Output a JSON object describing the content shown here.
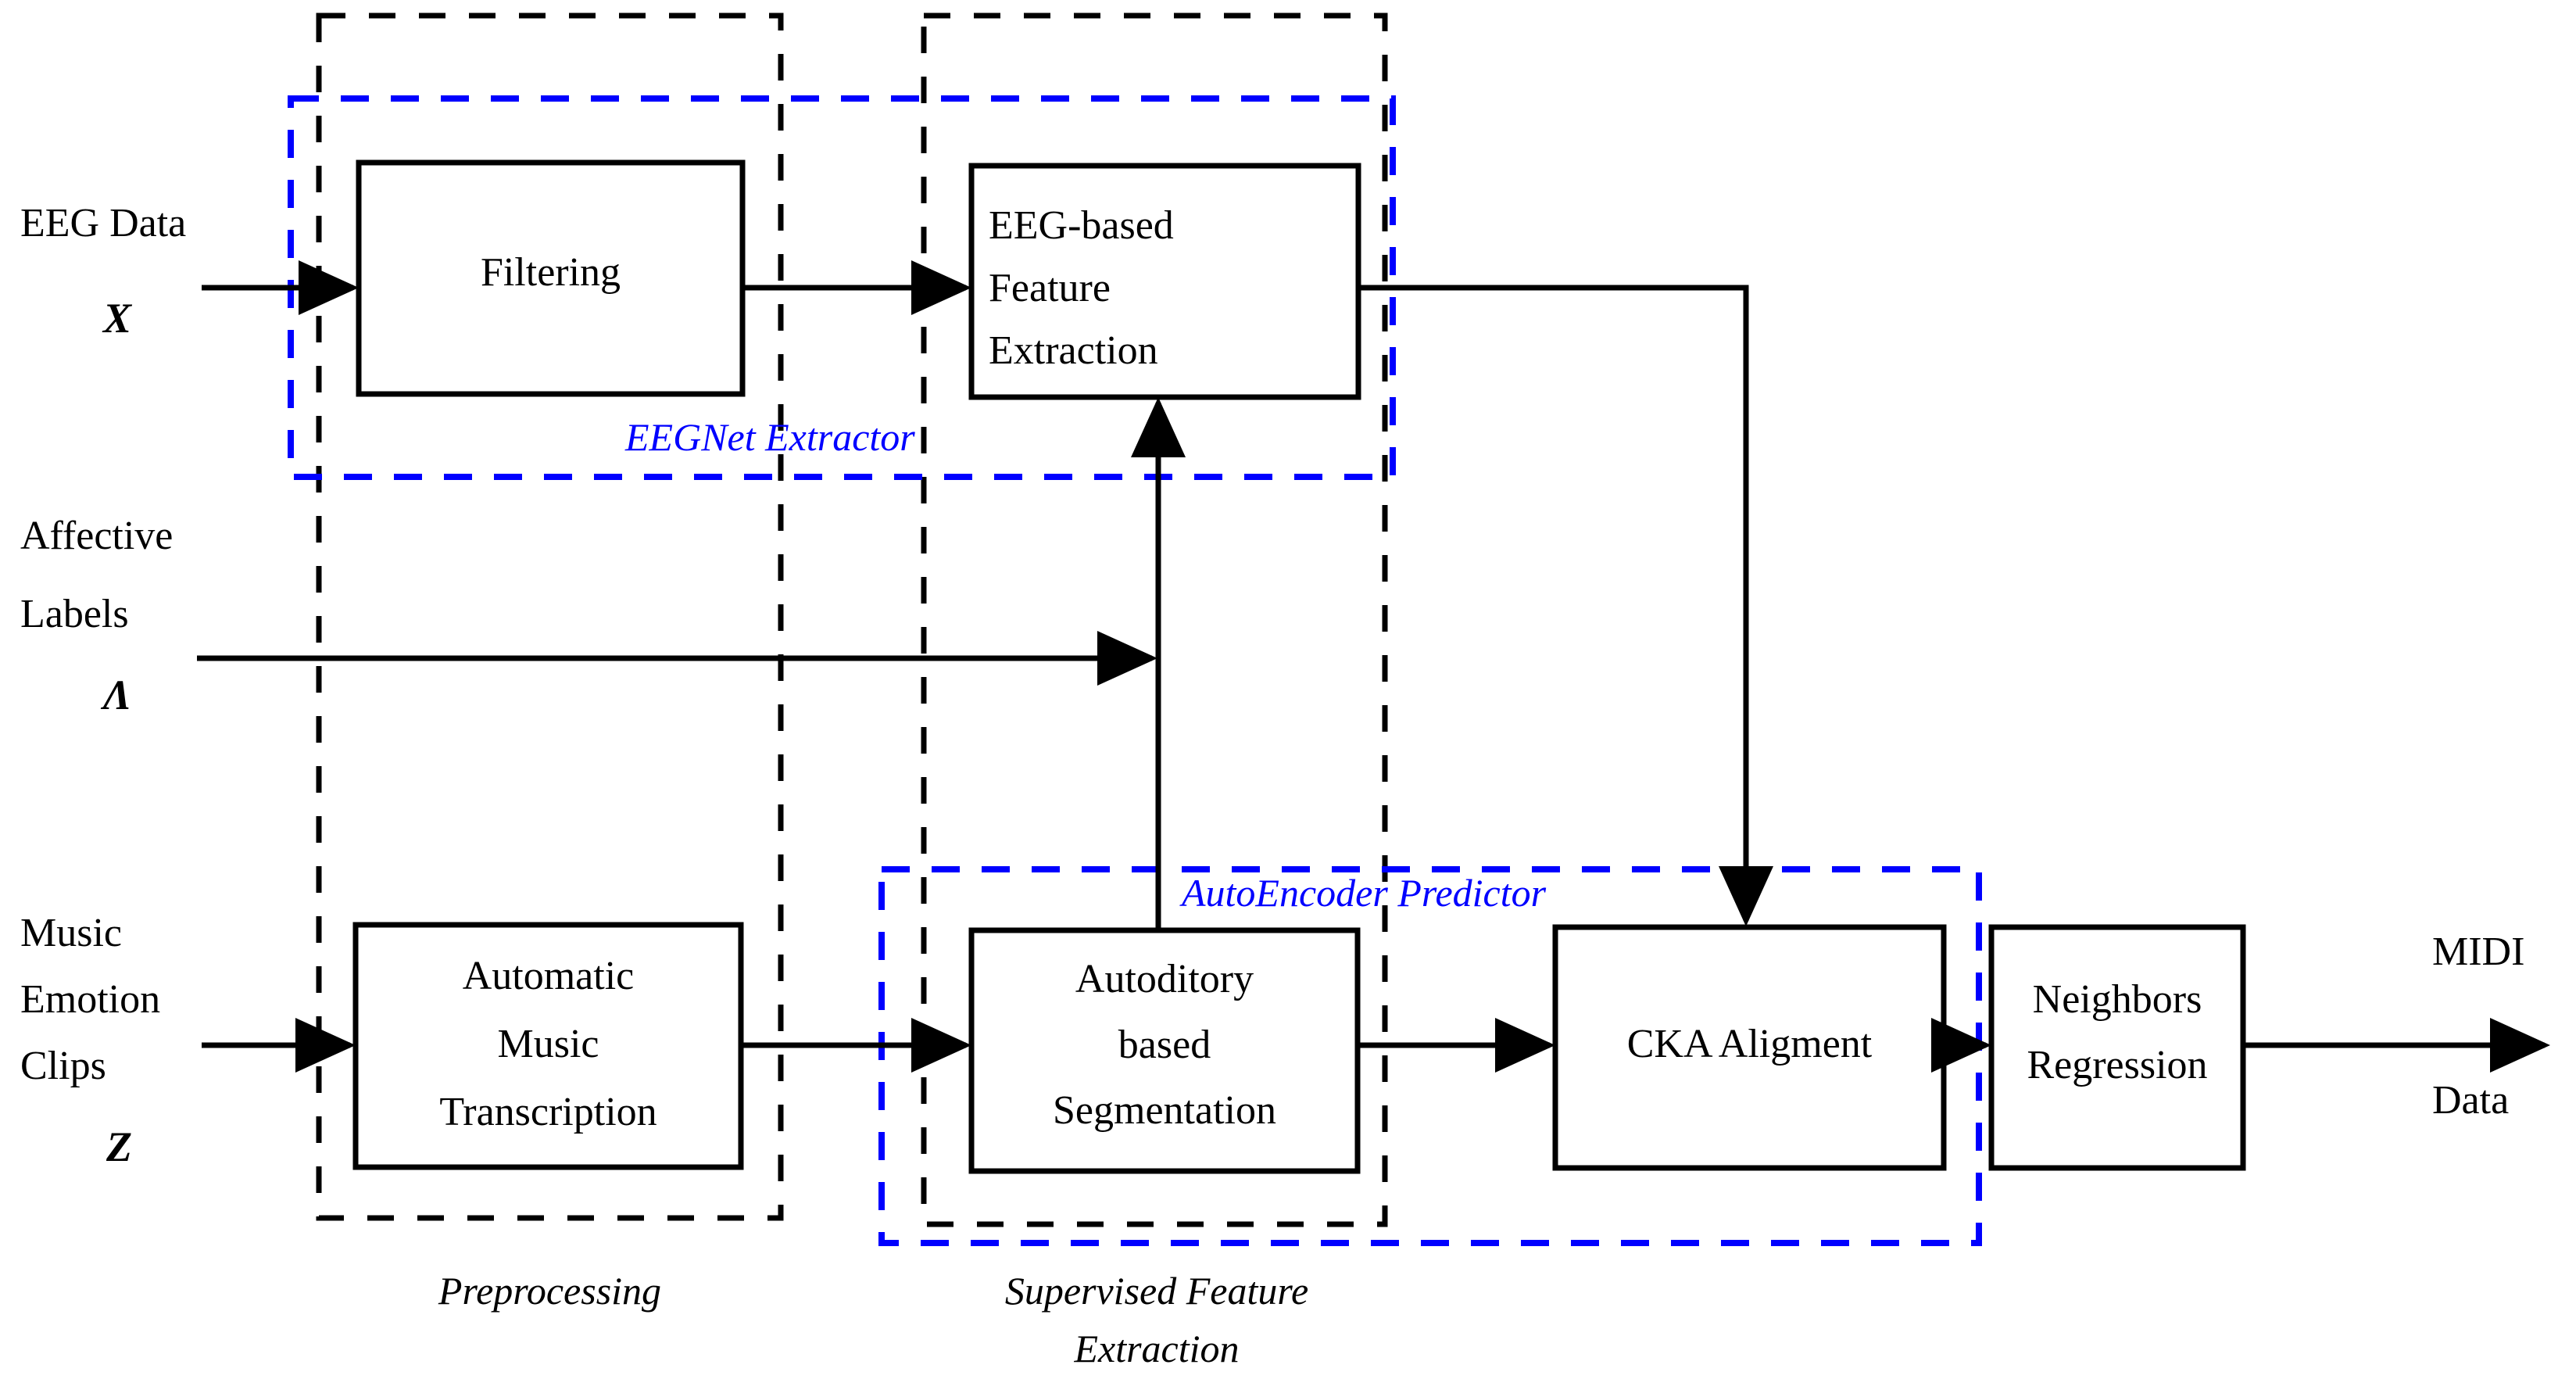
{
  "figure": {
    "type": "block-flow-diagram",
    "background": "#ffffff",
    "colors": {
      "line": "#000000",
      "accent_blue": "#0000ff"
    }
  },
  "inputs": {
    "eeg": {
      "title": "EEG Data",
      "symbol": "X"
    },
    "labels": {
      "line1": "Affective",
      "line2": "Labels",
      "symbol": "Λ"
    },
    "music": {
      "line1": "Music",
      "line2": "Emotion",
      "line3": "Clips",
      "symbol": "Z"
    }
  },
  "output": {
    "line1": "MIDI",
    "line2": "Data"
  },
  "blocks": {
    "filtering": {
      "label": "Filtering"
    },
    "eeg_feature": {
      "line1": "EEG-based",
      "line2": "Feature",
      "line3": "Extraction"
    },
    "amt": {
      "line1": "Automatic",
      "line2": "Music",
      "line3": "Transcription"
    },
    "segmentation": {
      "line1": "Autoditory",
      "line2": "based",
      "line3": "Segmentation"
    },
    "cka": {
      "label": "CKA Aligment"
    },
    "neighbors": {
      "line1": "Neighbors",
      "line2": "Regression"
    }
  },
  "groups": {
    "preprocessing": {
      "label": "Preprocessing",
      "style": "black-dashed"
    },
    "supervised": {
      "line1": "Supervised Feature",
      "line2": "Extraction",
      "style": "black-dashed"
    },
    "eegnet": {
      "label": "EEGNet Extractor",
      "style": "blue-dashed",
      "color": "#0000ff"
    },
    "autoencoder": {
      "label": "AutoEncoder Predictor",
      "style": "blue-dashed",
      "color": "#0000ff"
    }
  }
}
